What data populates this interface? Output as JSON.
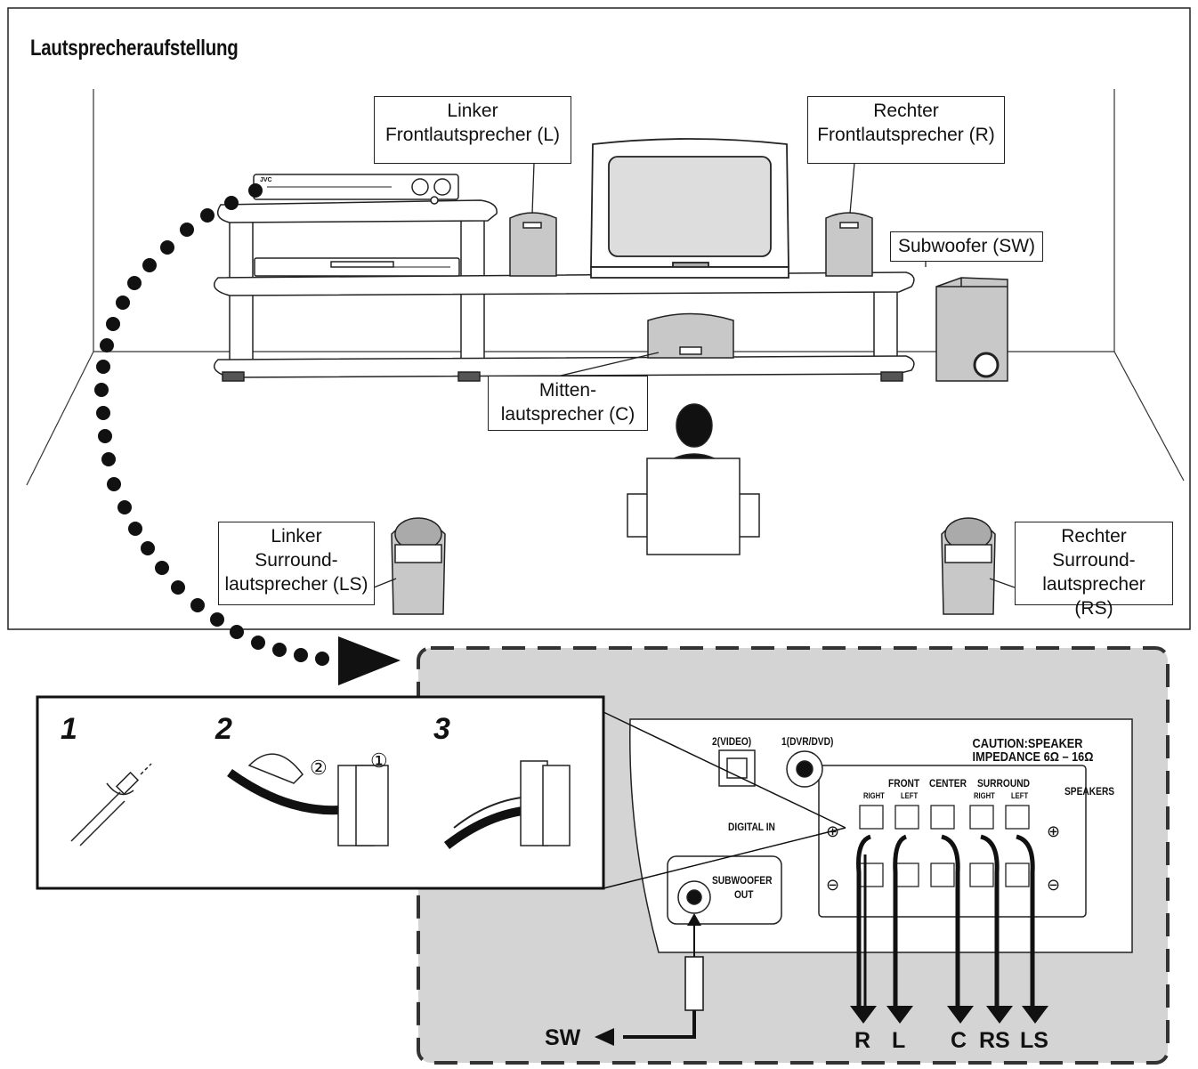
{
  "title": "Lautsprecheraufstellung",
  "labels": {
    "front_left": [
      "Linker",
      "Frontlautsprecher (L)"
    ],
    "front_right": [
      "Rechter",
      "Frontlautsprecher (R)"
    ],
    "subwoofer": [
      "Subwoofer (SW)"
    ],
    "center": [
      "Mitten-",
      "lautsprecher (C)"
    ],
    "surround_left": [
      "Linker",
      "Surround-",
      "lautsprecher (LS)"
    ],
    "surround_right": [
      "Rechter",
      "Surround-",
      "lautsprecher (RS)"
    ]
  },
  "steps": [
    "1",
    "2",
    "3"
  ],
  "step_marks": [
    "②",
    "①"
  ],
  "panel": {
    "video2": "2(VIDEO)",
    "dvr_dvd": "1(DVR/DVD)",
    "digital_in": "DIGITAL IN",
    "caution_line1": "CAUTION:SPEAKER",
    "caution_line2": "IMPEDANCE 6Ω – 16Ω",
    "front": "FRONT",
    "center": "CENTER",
    "surround": "SURROUND",
    "right": "RIGHT",
    "left": "LEFT",
    "speakers": "SPEAKERS",
    "sub_out_1": "SUBWOOFER",
    "sub_out_2": "OUT",
    "plus": "⊕",
    "minus": "⊖",
    "brand": "JVC"
  },
  "terminals": [
    "R",
    "L",
    "C",
    "RS",
    "LS"
  ],
  "sw_label": "SW",
  "colors": {
    "panel_bg": "#d4d4d4",
    "line": "#111111",
    "speaker_grey": "#c8c8c8"
  }
}
